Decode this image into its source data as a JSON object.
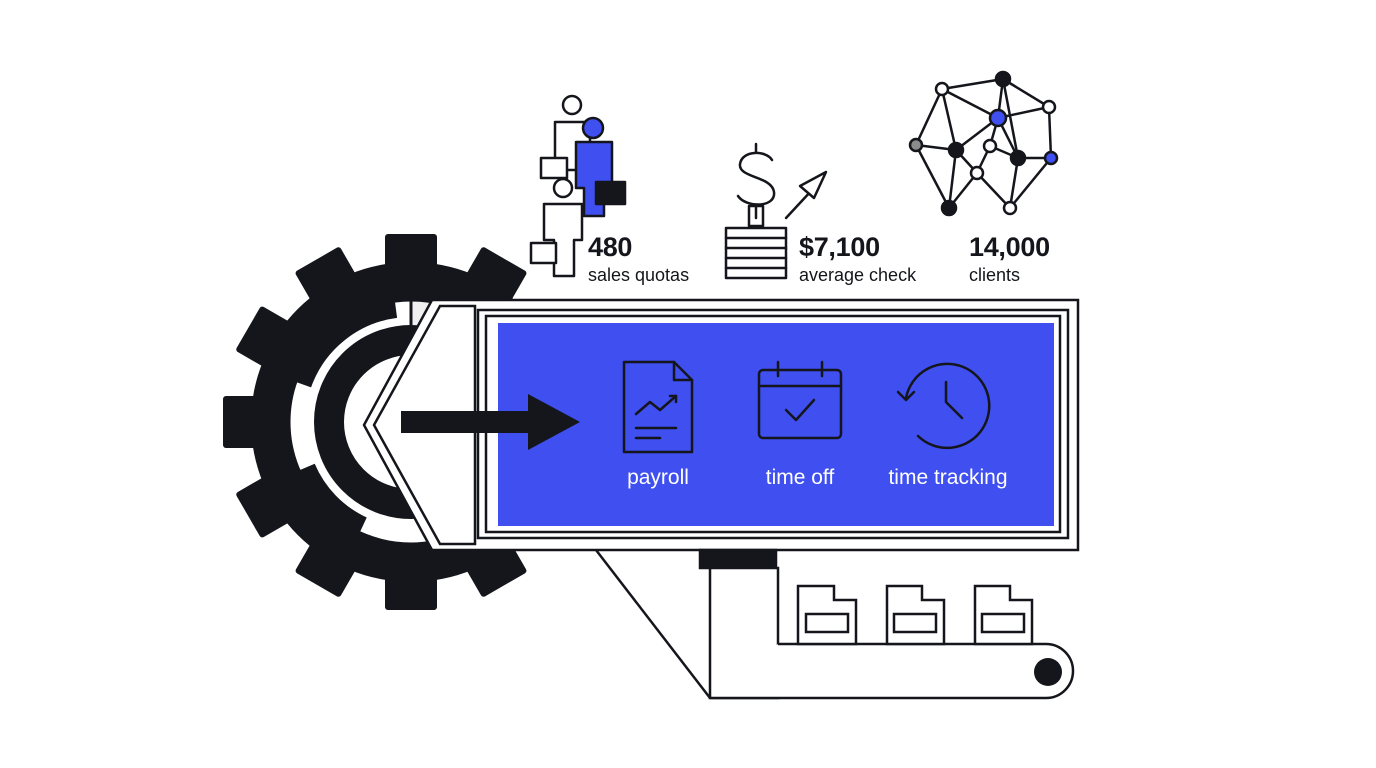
{
  "stats": [
    {
      "value": "480",
      "label": "sales quotas",
      "icon": "team-with-briefcases-icon"
    },
    {
      "value": "$7,100",
      "label": "average check",
      "icon": "dollar-growth-icon"
    },
    {
      "value": "14,000",
      "label": "clients",
      "icon": "network-nodes-icon"
    }
  ],
  "features": [
    {
      "label": "payroll",
      "icon": "payroll-document-icon"
    },
    {
      "label": "time off",
      "icon": "calendar-check-icon"
    },
    {
      "label": "time tracking",
      "icon": "clock-history-icon"
    }
  ],
  "colors": {
    "accent": "#3f4ff0",
    "ink": "#14161c",
    "grey": "#8c8c8c",
    "paper": "#ffffff"
  }
}
